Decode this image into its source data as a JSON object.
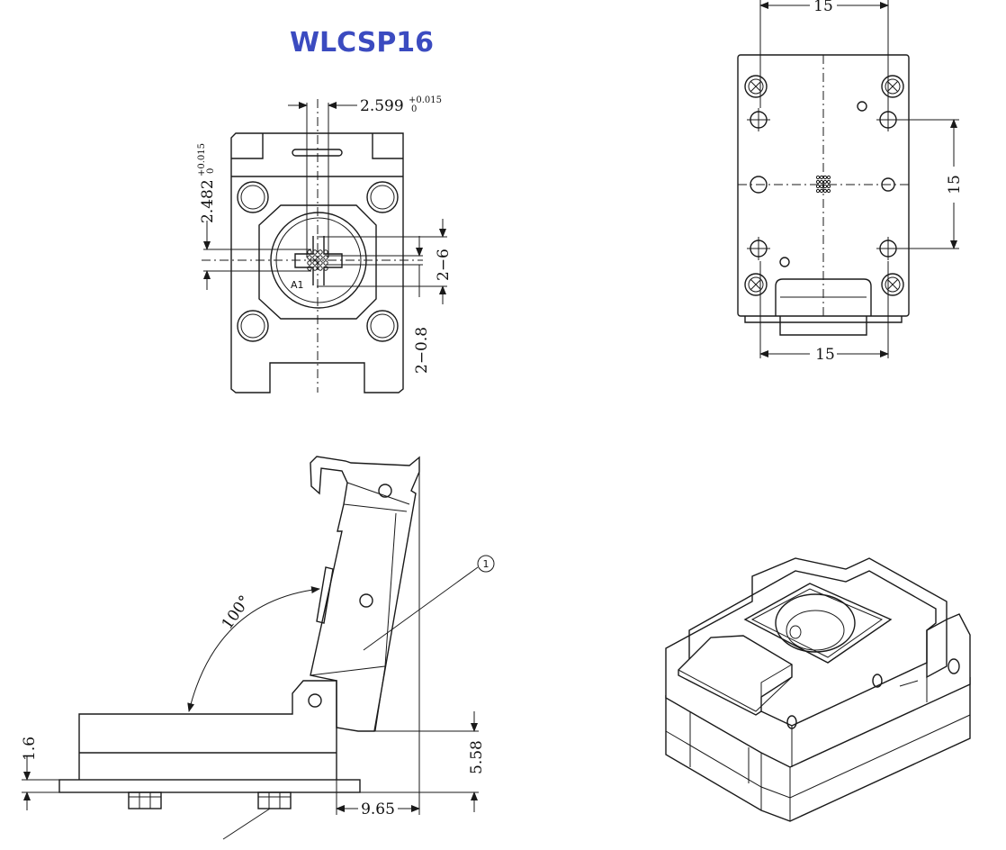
{
  "title": "WLCSP16",
  "top_view": {
    "dim_pitch_x_base": "2.599",
    "dim_pitch_x_tol_plus": "+0.015",
    "dim_pitch_x_tol_minus": "0",
    "dim_pitch_y_base": "2.482",
    "dim_pitch_y_tol_plus": "+0.015",
    "dim_pitch_y_tol_minus": "0",
    "dim_slot": "2−6",
    "dim_hole": "2−0.8",
    "pin_label": "A1"
  },
  "bottom_view": {
    "dim_top": "15",
    "dim_right": "15",
    "dim_bottom": "15"
  },
  "side_view": {
    "dim_angle": "100°",
    "dim_base_thickness": "1.6",
    "dim_height": "5.58",
    "dim_offset": "9.65",
    "callout": "1"
  }
}
